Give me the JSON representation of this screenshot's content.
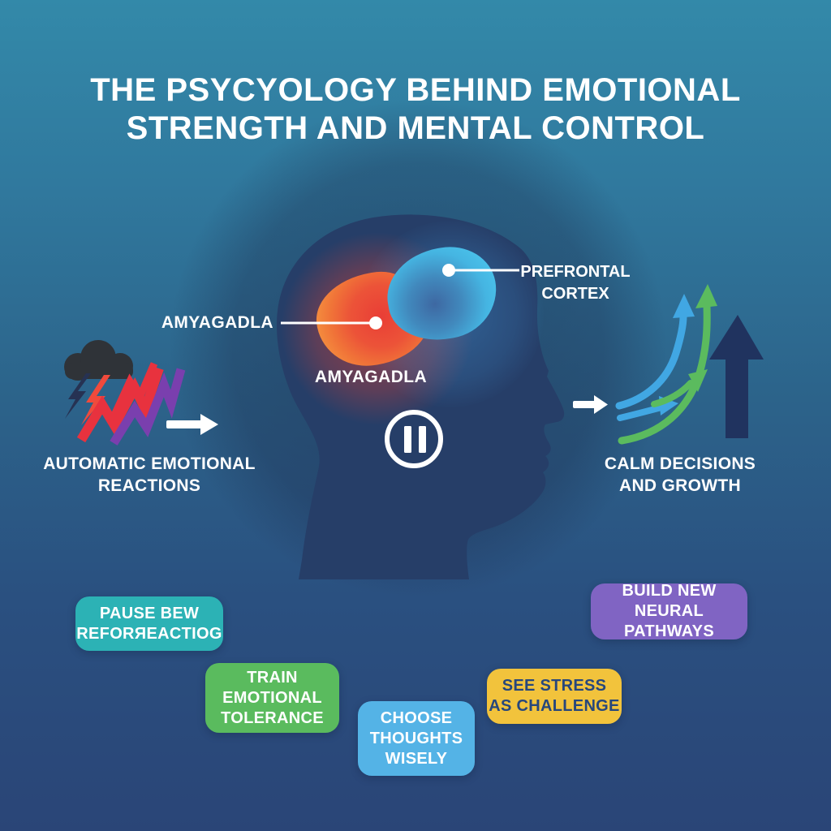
{
  "title": {
    "line1": "THE PSYCYOLOGY BEHIND EMOTIONAL",
    "line2": "STRENGTH AND MENTAL CONTROL"
  },
  "brain": {
    "amygdala_callout": "AMYAGADLA",
    "amygdala_caption": "AMYAGADLA",
    "prefrontal_line1": "PREFRONTAL",
    "prefrontal_line2": "CORTEX"
  },
  "left_flow": {
    "caption_line1": "AUTOMATIC EMOTIONAL",
    "caption_line2": "REACTIONS"
  },
  "right_flow": {
    "caption_line1": "CALM DECISIONS",
    "caption_line2": "AND GROWTH"
  },
  "strategy_boxes": [
    {
      "name": "pause-before-reacting",
      "color": "#2cb2b5",
      "text_color": "#ffffff",
      "lines": [
        "PAUSE BEW",
        "REFORЯEACTIOG"
      ]
    },
    {
      "name": "train-emotional-tolerance",
      "color": "#5abb5e",
      "text_color": "#ffffff",
      "lines": [
        "TRAIN",
        "EMOTIONAL",
        "TOLERANCE"
      ]
    },
    {
      "name": "choose-thoughts-wisely",
      "color": "#54b3e6",
      "text_color": "#ffffff",
      "lines": [
        "CHOOSE",
        "THOUGHTS",
        "WISELY"
      ]
    },
    {
      "name": "see-stress-as-challenge",
      "color": "#f2c33c",
      "text_color": "#27477c",
      "lines": [
        "SEE STRESS",
        "AS CHALLENGE"
      ]
    },
    {
      "name": "build-new-neural-pathways",
      "color": "#8064c3",
      "text_color": "#ffffff",
      "lines": [
        "BUILD NEW",
        "NEURAL PATHWAYS"
      ]
    }
  ],
  "icons": {
    "storm": "storm-cloud-with-lightning",
    "pause": "pause-symbol-in-circle",
    "flow_arrows": "white-right-arrows",
    "growth": "rising-curved-arrows-and-navy-up-arrow"
  },
  "colors": {
    "background_top": "#3389a9",
    "background_bottom": "#2a4577",
    "head": "#263e68",
    "amygdala_center": "#e93e36",
    "amygdala_edge": "#f69d42",
    "prefrontal_light": "#4ecdf2",
    "prefrontal_dark": "#3e68a2",
    "arrow_blue": "#41a7e3",
    "arrow_green": "#5bbb5e",
    "arrow_navy": "#20335f",
    "lightning_red": "#e8323e",
    "lightning_purple": "#7a3fae",
    "cloud": "#2f3338"
  }
}
